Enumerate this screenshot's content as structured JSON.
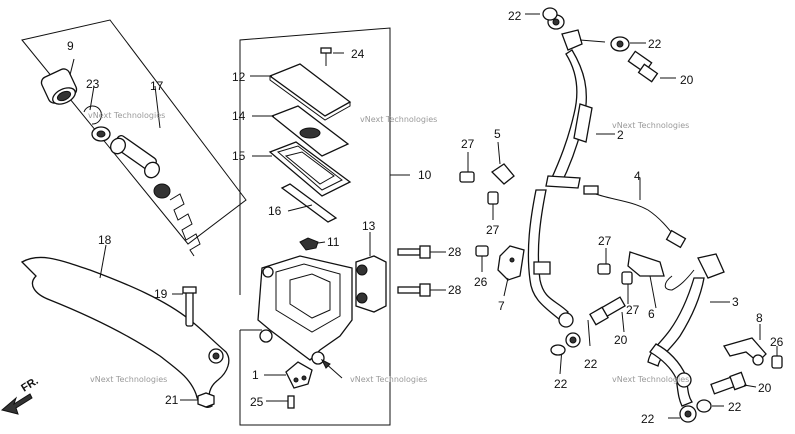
{
  "watermark": "vNext Technologies",
  "direction_label": "FR.",
  "callouts": {
    "p9": "9",
    "p23": "23",
    "p17": "17",
    "p18": "18",
    "p19": "19",
    "p21": "21",
    "p12": "12",
    "p14": "14",
    "p15": "15",
    "p16": "16",
    "p10": "10",
    "p11": "11",
    "p13": "13",
    "p24": "24",
    "p28a": "28",
    "p28b": "28",
    "p1": "1",
    "p25": "25",
    "p22a": "22",
    "p22b": "22",
    "p20a": "20",
    "p2": "2",
    "p27a": "27",
    "p5": "5",
    "p27b": "27",
    "p4": "4",
    "p26": "26",
    "p7": "7",
    "p22c": "22",
    "p22d": "22",
    "p27c": "27",
    "p27d": "27",
    "p6": "6",
    "p20b": "20",
    "p3": "3",
    "p8": "8",
    "p26b": "26",
    "p20c": "20",
    "p22e": "22",
    "p22f": "22"
  }
}
